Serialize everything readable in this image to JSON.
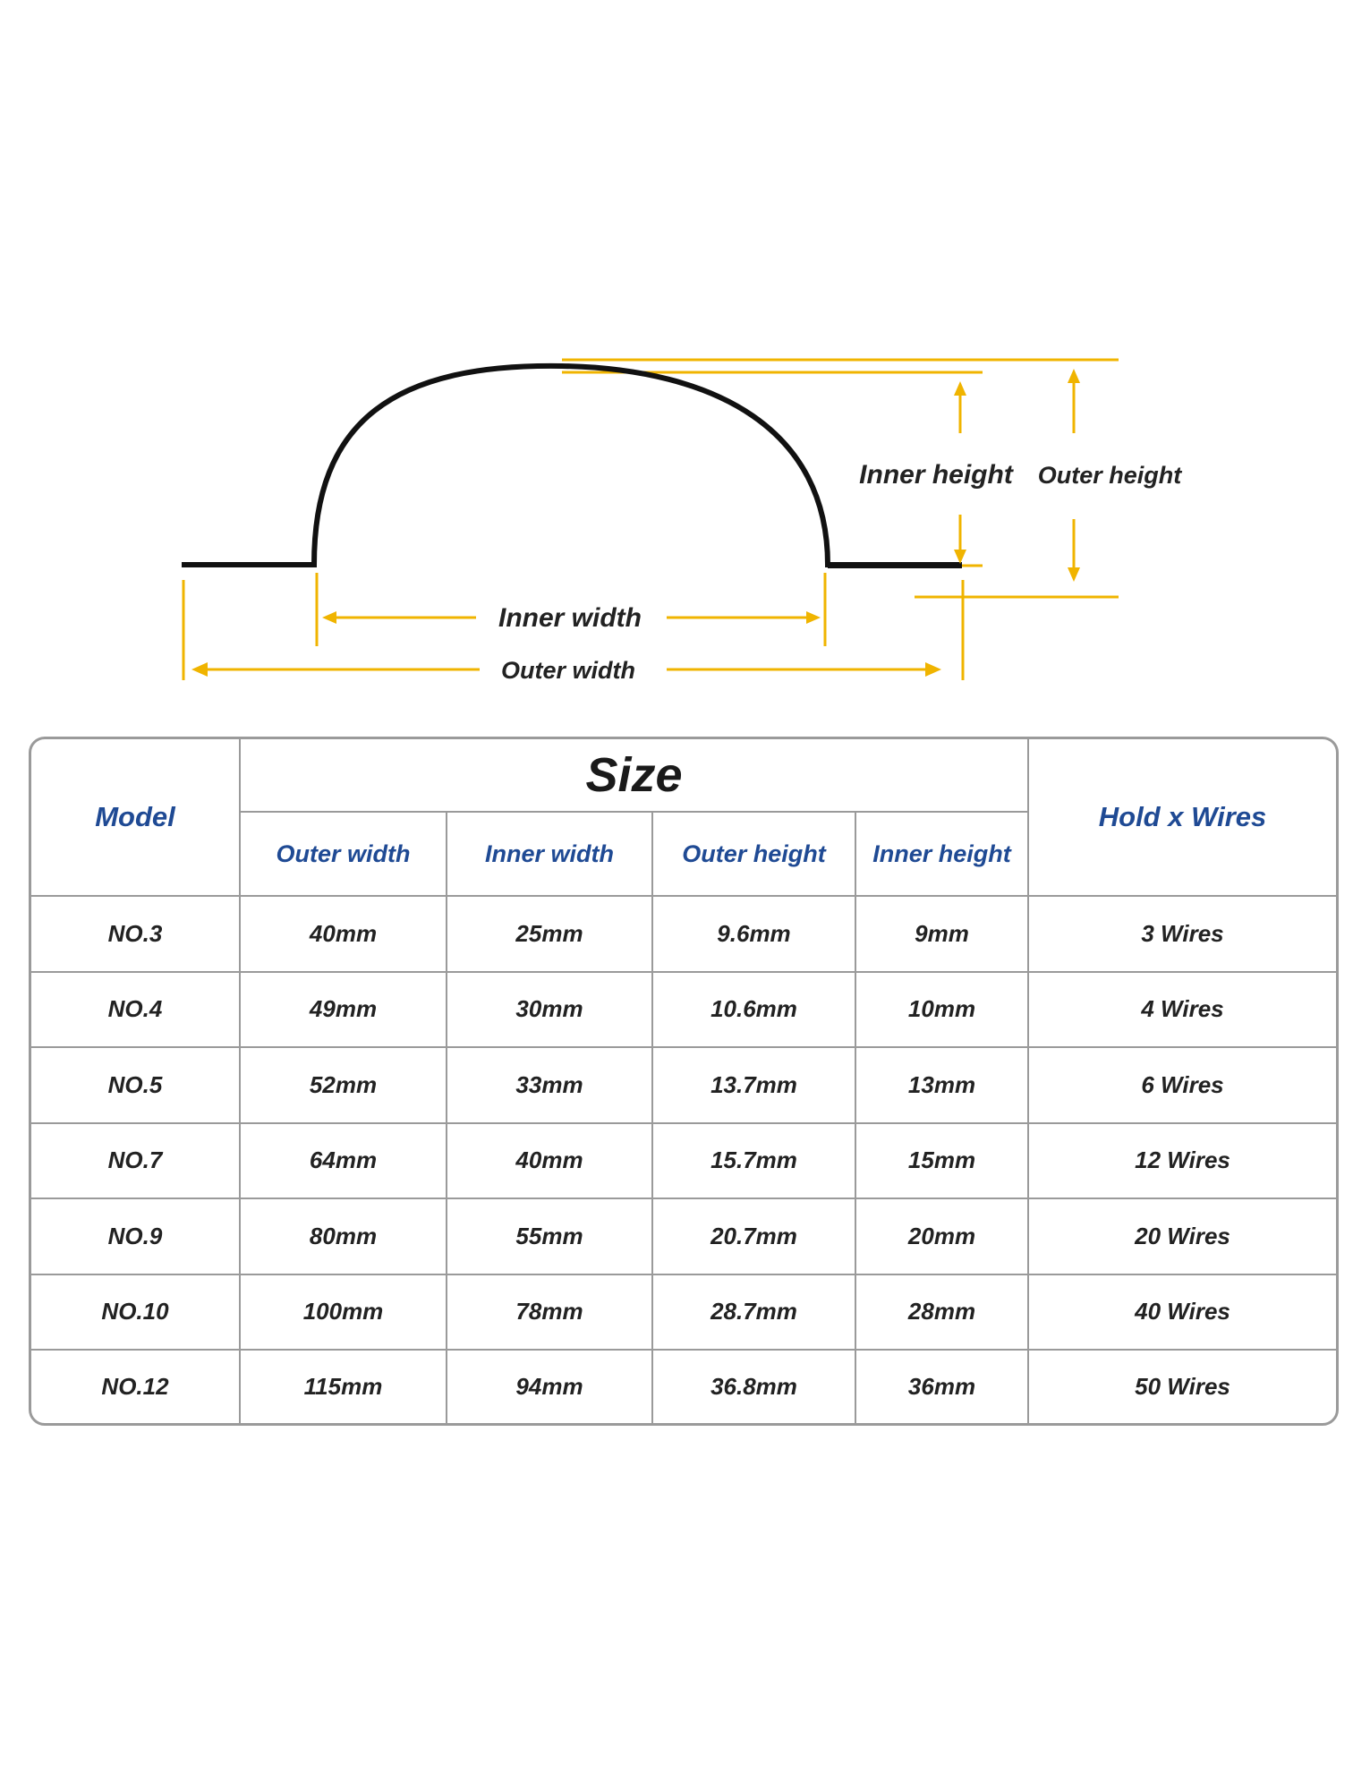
{
  "diagram": {
    "inner_height_label": "Inner height",
    "outer_height_label": "Outer height",
    "inner_width_label": "Inner width",
    "outer_width_label": "Outer width",
    "accent_color": "#f0b400",
    "line_color": "#111111"
  },
  "table": {
    "model_header": "Model",
    "size_header": "Size",
    "hold_header": "Hold x Wires",
    "sub_headers": [
      "Outer width",
      "Inner width",
      "Outer height",
      "Inner height"
    ],
    "header_color": "#1f4a94",
    "rows": [
      {
        "model": "NO.3",
        "outer_width": "40mm",
        "inner_width": "25mm",
        "outer_height": "9.6mm",
        "inner_height": "9mm",
        "wires": "3 Wires"
      },
      {
        "model": "NO.4",
        "outer_width": "49mm",
        "inner_width": "30mm",
        "outer_height": "10.6mm",
        "inner_height": "10mm",
        "wires": "4 Wires"
      },
      {
        "model": "NO.5",
        "outer_width": "52mm",
        "inner_width": "33mm",
        "outer_height": "13.7mm",
        "inner_height": "13mm",
        "wires": "6 Wires"
      },
      {
        "model": "NO.7",
        "outer_width": "64mm",
        "inner_width": "40mm",
        "outer_height": "15.7mm",
        "inner_height": "15mm",
        "wires": "12 Wires"
      },
      {
        "model": "NO.9",
        "outer_width": "80mm",
        "inner_width": "55mm",
        "outer_height": "20.7mm",
        "inner_height": "20mm",
        "wires": "20 Wires"
      },
      {
        "model": "NO.10",
        "outer_width": "100mm",
        "inner_width": "78mm",
        "outer_height": "28.7mm",
        "inner_height": "28mm",
        "wires": "40 Wires"
      },
      {
        "model": "NO.12",
        "outer_width": "115mm",
        "inner_width": "94mm",
        "outer_height": "36.8mm",
        "inner_height": "36mm",
        "wires": "50 Wires"
      }
    ]
  }
}
